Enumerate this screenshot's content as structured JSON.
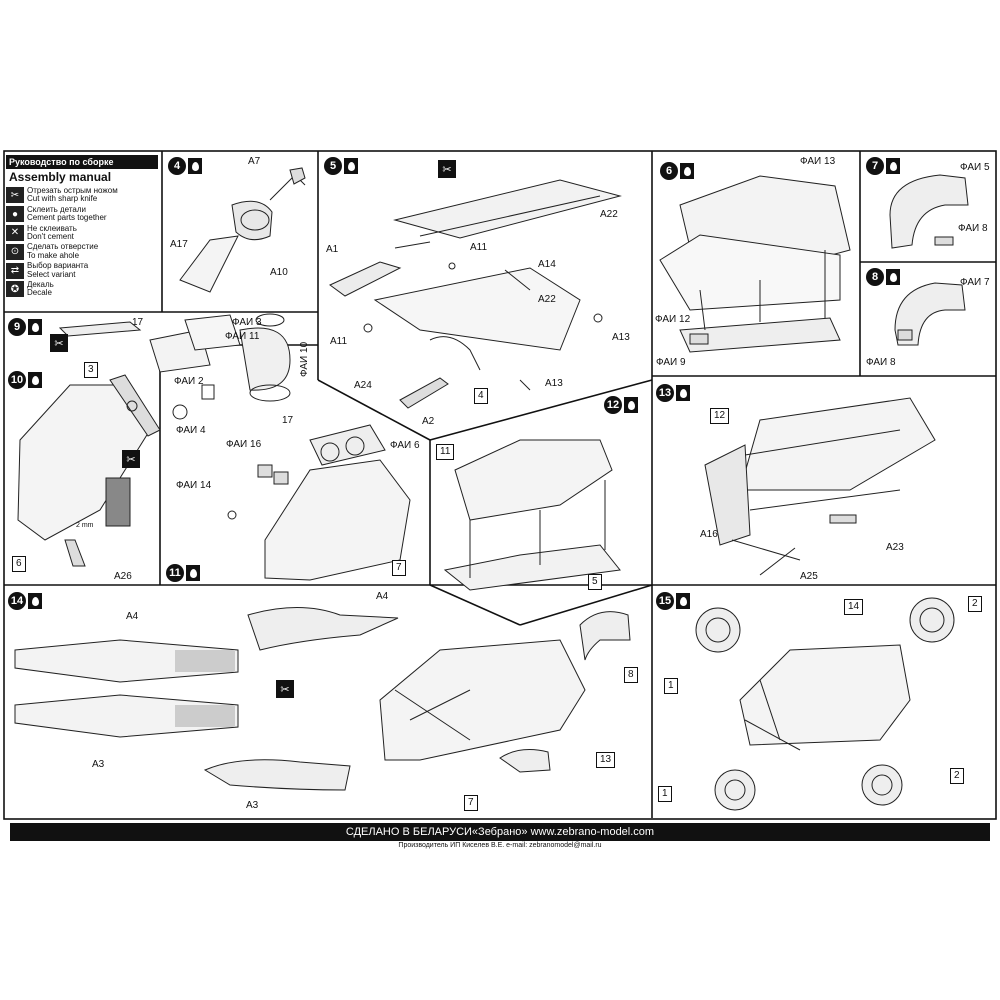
{
  "legend": {
    "title_ru": "Руководство по сборке",
    "title_en": "Assembly manual",
    "items": [
      {
        "icon": "knife-icon",
        "ru": "Отрезать острым ножом",
        "en": "Cut with sharp knife"
      },
      {
        "icon": "drop-icon",
        "ru": "Склеить детали",
        "en": "Cement parts together"
      },
      {
        "icon": "no-glue-icon",
        "ru": "Не склеивать",
        "en": "Don't cement"
      },
      {
        "icon": "drill-icon",
        "ru": "Сделать отверстие",
        "en": "To make ahole"
      },
      {
        "icon": "variant-icon",
        "ru": "Выбор варианта",
        "en": "Select variant"
      },
      {
        "icon": "decal-icon",
        "ru": "Декаль",
        "en": "Decale"
      }
    ]
  },
  "steps": {
    "s4": {
      "num": "4",
      "labels": {
        "a7": "A7",
        "a17": "A17",
        "a10": "A10"
      }
    },
    "s5": {
      "num": "5",
      "labels": {
        "a22a": "A22",
        "a1": "A1",
        "a11a": "A11",
        "a14": "A14",
        "a22b": "A22",
        "a11b": "A11",
        "a13a": "A13",
        "a24": "A24",
        "a13b": "A13",
        "a2": "A2",
        "box4": "4"
      }
    },
    "s6": {
      "num": "6",
      "labels": {
        "fai13": "ФАИ 13",
        "fai12": "ФАИ 12",
        "fai9": "ФАИ 9"
      }
    },
    "s7": {
      "num": "7",
      "labels": {
        "fai5": "ФАИ 5",
        "fai8": "ФАИ 8"
      }
    },
    "s8": {
      "num": "8",
      "labels": {
        "fai7": "ФАИ 7",
        "fai8": "ФАИ 8"
      }
    },
    "s9": {
      "num": "9",
      "labels": {
        "n17a": "17",
        "fai3": "ФАИ 3",
        "fai11": "ФАИ 11",
        "fai2": "ФАИ 2",
        "fai4": "ФАИ 4",
        "n17b": "17",
        "fai10": "ФАИ 10"
      }
    },
    "s10": {
      "num": "10",
      "labels": {
        "box3": "3",
        "box6": "6",
        "mm": "2 mm",
        "a26": "A26"
      }
    },
    "s11": {
      "num": "11",
      "labels": {
        "fai16": "ФАИ 16",
        "fai6": "ФАИ 6",
        "fai14": "ФАИ 14",
        "box7": "7"
      }
    },
    "s12": {
      "num": "12",
      "labels": {
        "box11": "11",
        "box5": "5"
      }
    },
    "s13": {
      "num": "13",
      "labels": {
        "box12": "12",
        "a16": "A16",
        "a23": "A23",
        "a25": "A25"
      }
    },
    "s14": {
      "num": "14",
      "labels": {
        "a4top": "A4",
        "a4": "A4",
        "a3": "A3",
        "a3b": "A3",
        "box8": "8",
        "box13": "13",
        "box7": "7"
      }
    },
    "s15": {
      "num": "15",
      "labels": {
        "box14": "14",
        "box2a": "2",
        "box1a": "1",
        "box1b": "1",
        "box2b": "2"
      }
    }
  },
  "footer": {
    "main": "СДЕЛАНО В БЕЛАРУСИ«Зебрано» www.zebrano-model.com",
    "sub": "Производитель ИП Киселев В.Е. e-mail: zebranomodel@mail.ru"
  }
}
